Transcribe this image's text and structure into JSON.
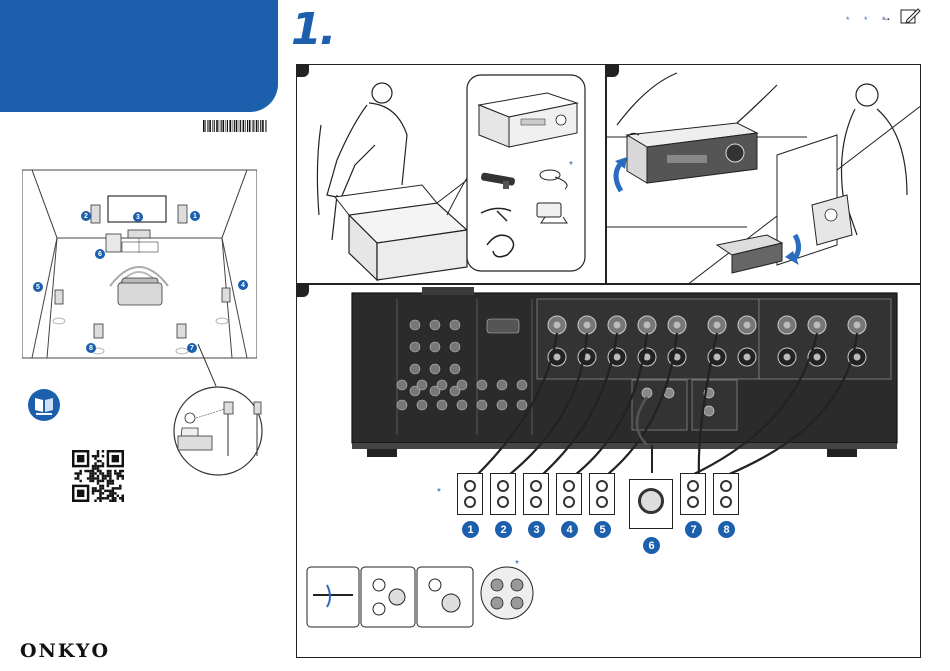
{
  "header": {
    "step_number": "1.",
    "stars": "* * *",
    "arrow": "→"
  },
  "brand": {
    "logo_text": "ONKYO",
    "accent_color": "#1b5fad"
  },
  "room_diagram": {
    "speaker_numbers": [
      "1",
      "2",
      "3",
      "4",
      "5",
      "6",
      "7",
      "8"
    ]
  },
  "rear_panel": {
    "speaker_numbers": [
      "1",
      "2",
      "3",
      "4",
      "5",
      "6",
      "7",
      "8"
    ],
    "asterisk": "*"
  },
  "crop_asterisks": {
    "accessories": "*",
    "speakers": "*",
    "terminals": "*"
  },
  "icons": [
    "manual-book-icon",
    "qr-code-icon",
    "note-pen-icon",
    "barcode-icon"
  ]
}
